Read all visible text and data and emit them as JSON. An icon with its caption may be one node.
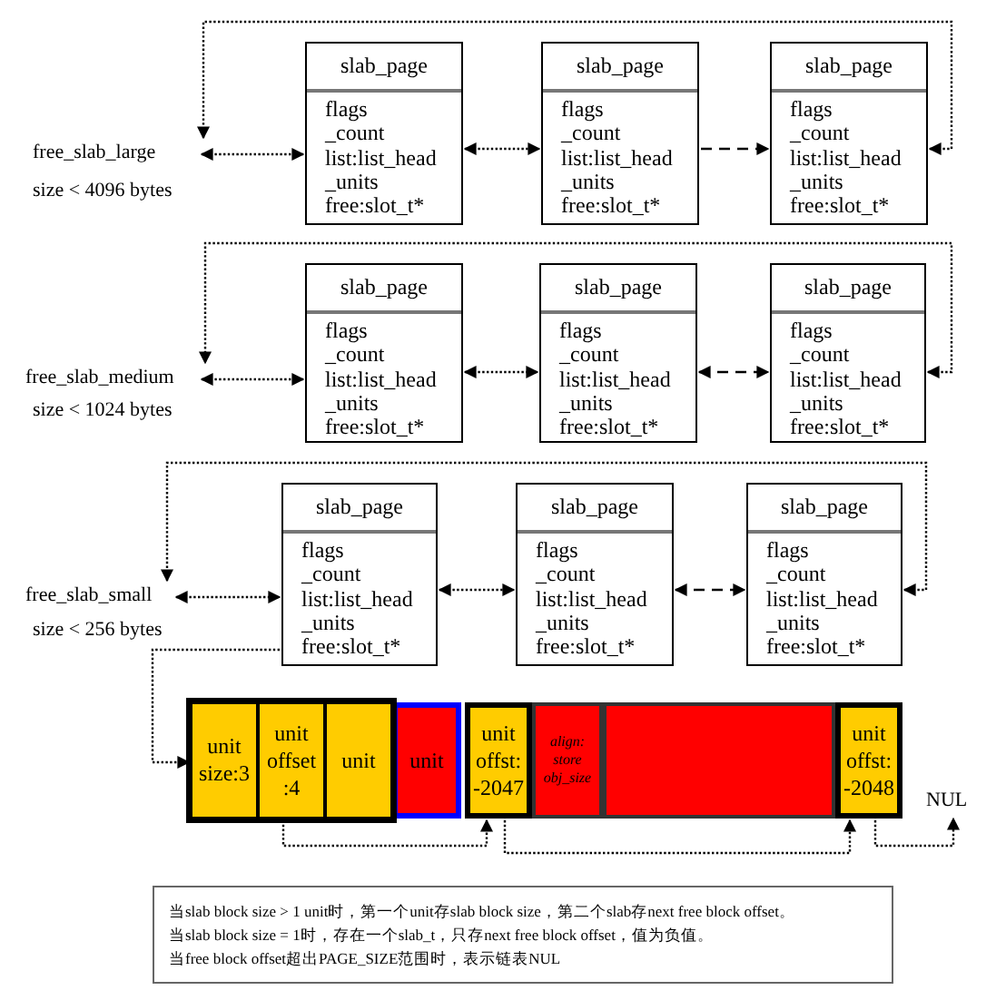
{
  "diagram": {
    "nodes": [
      {
        "text": [
          "free_slab_large"
        ],
        "beside": [
          "size < 4096 bytes"
        ]
      },
      {
        "text": [
          "slab_page",
          "flags",
          "_count",
          "list:list_head",
          "_units",
          "free:slot_t*"
        ]
      },
      {
        "text": [
          "slab_page",
          "flags",
          "_count",
          "list:list_head",
          "_units",
          "free:slot_t*"
        ]
      },
      {
        "text": [
          "slab_page",
          "flags",
          "_count",
          "list:list_head",
          "_units",
          "free:slot_t*"
        ]
      },
      {
        "text": [
          "free_slab_medium"
        ],
        "beside": [
          "size < 1024 bytes"
        ]
      },
      {
        "text": [
          "slab_page",
          "flags",
          "_count",
          "list:list_head",
          "_units",
          "free:slot_t*"
        ]
      },
      {
        "text": [
          "slab_page",
          "flags",
          "_count",
          "list:list_head",
          "_units",
          "free:slot_t*"
        ]
      },
      {
        "text": [
          "slab_page",
          "flags",
          "_count",
          "list:list_head",
          "_units",
          "free:slot_t*"
        ]
      },
      {
        "text": [
          "free_slab_small"
        ],
        "beside": [
          "size < 256 bytes"
        ]
      },
      {
        "text": [
          "slab_page",
          "flags",
          "_count",
          "list:list_head",
          "_units",
          "free:slot_t*"
        ]
      },
      {
        "text": [
          "slab_page",
          "flags",
          "_count",
          "list:list_head",
          "_units",
          "free:slot_t*"
        ]
      },
      {
        "text": [
          "slab_page",
          "flags",
          "_count",
          "list:list_head",
          "_units",
          "free:slot_t*"
        ]
      },
      {
        "text": [
          "unit size:3"
        ]
      },
      {
        "text": [
          "unit offset :4"
        ]
      },
      {
        "text": [
          "unit"
        ]
      },
      {
        "text": [
          "unit"
        ]
      },
      {
        "text": [
          "unit offst: -2047"
        ]
      },
      {
        "text": [
          "align: store obj_size"
        ]
      },
      {
        "text": [],
        "shape": "box"
      },
      {
        "text": [
          "unit offst: -2048"
        ]
      },
      {
        "text": [
          "NUL"
        ]
      },
      {
        "text": [
          "当slab block size > 1 unit时，第一个unit存slab block size，第二个slab存next free block offset。",
          "当slab block size = 1时，存在一个slab_t，只存next free block offset，值为负值。",
          "当free block offset超出PAGE_SIZE范围时，表示链表NUL"
        ]
      }
    ],
    "edges": [
      {
        "from": 0,
        "to": 1,
        "arrow": "both"
      },
      {
        "from": 1,
        "to": 2,
        "arrow": "both"
      },
      {
        "from": 2,
        "to": 3,
        "arrow": "to",
        "style": "dashed"
      },
      {
        "from": 3,
        "to": 0,
        "arrow": "both"
      },
      {
        "from": 4,
        "to": 5,
        "arrow": "both"
      },
      {
        "from": 5,
        "to": 6,
        "arrow": "both"
      },
      {
        "from": 6,
        "to": 7,
        "arrow": "both",
        "style": "dashed"
      },
      {
        "from": 7,
        "to": 4,
        "arrow": "both"
      },
      {
        "from": 8,
        "to": 9,
        "arrow": "both"
      },
      {
        "from": 9,
        "to": 10,
        "arrow": "both"
      },
      {
        "from": 10,
        "to": 11,
        "arrow": "both",
        "style": "dashed"
      },
      {
        "from": 11,
        "to": 8,
        "arrow": "both"
      },
      {
        "from": 9,
        "to": 12,
        "arrow": "to"
      },
      {
        "from": 13,
        "to": 16,
        "arrow": "to"
      },
      {
        "from": 16,
        "to": 19,
        "arrow": "to"
      },
      {
        "from": 19,
        "to": 20,
        "arrow": "to"
      }
    ]
  }
}
